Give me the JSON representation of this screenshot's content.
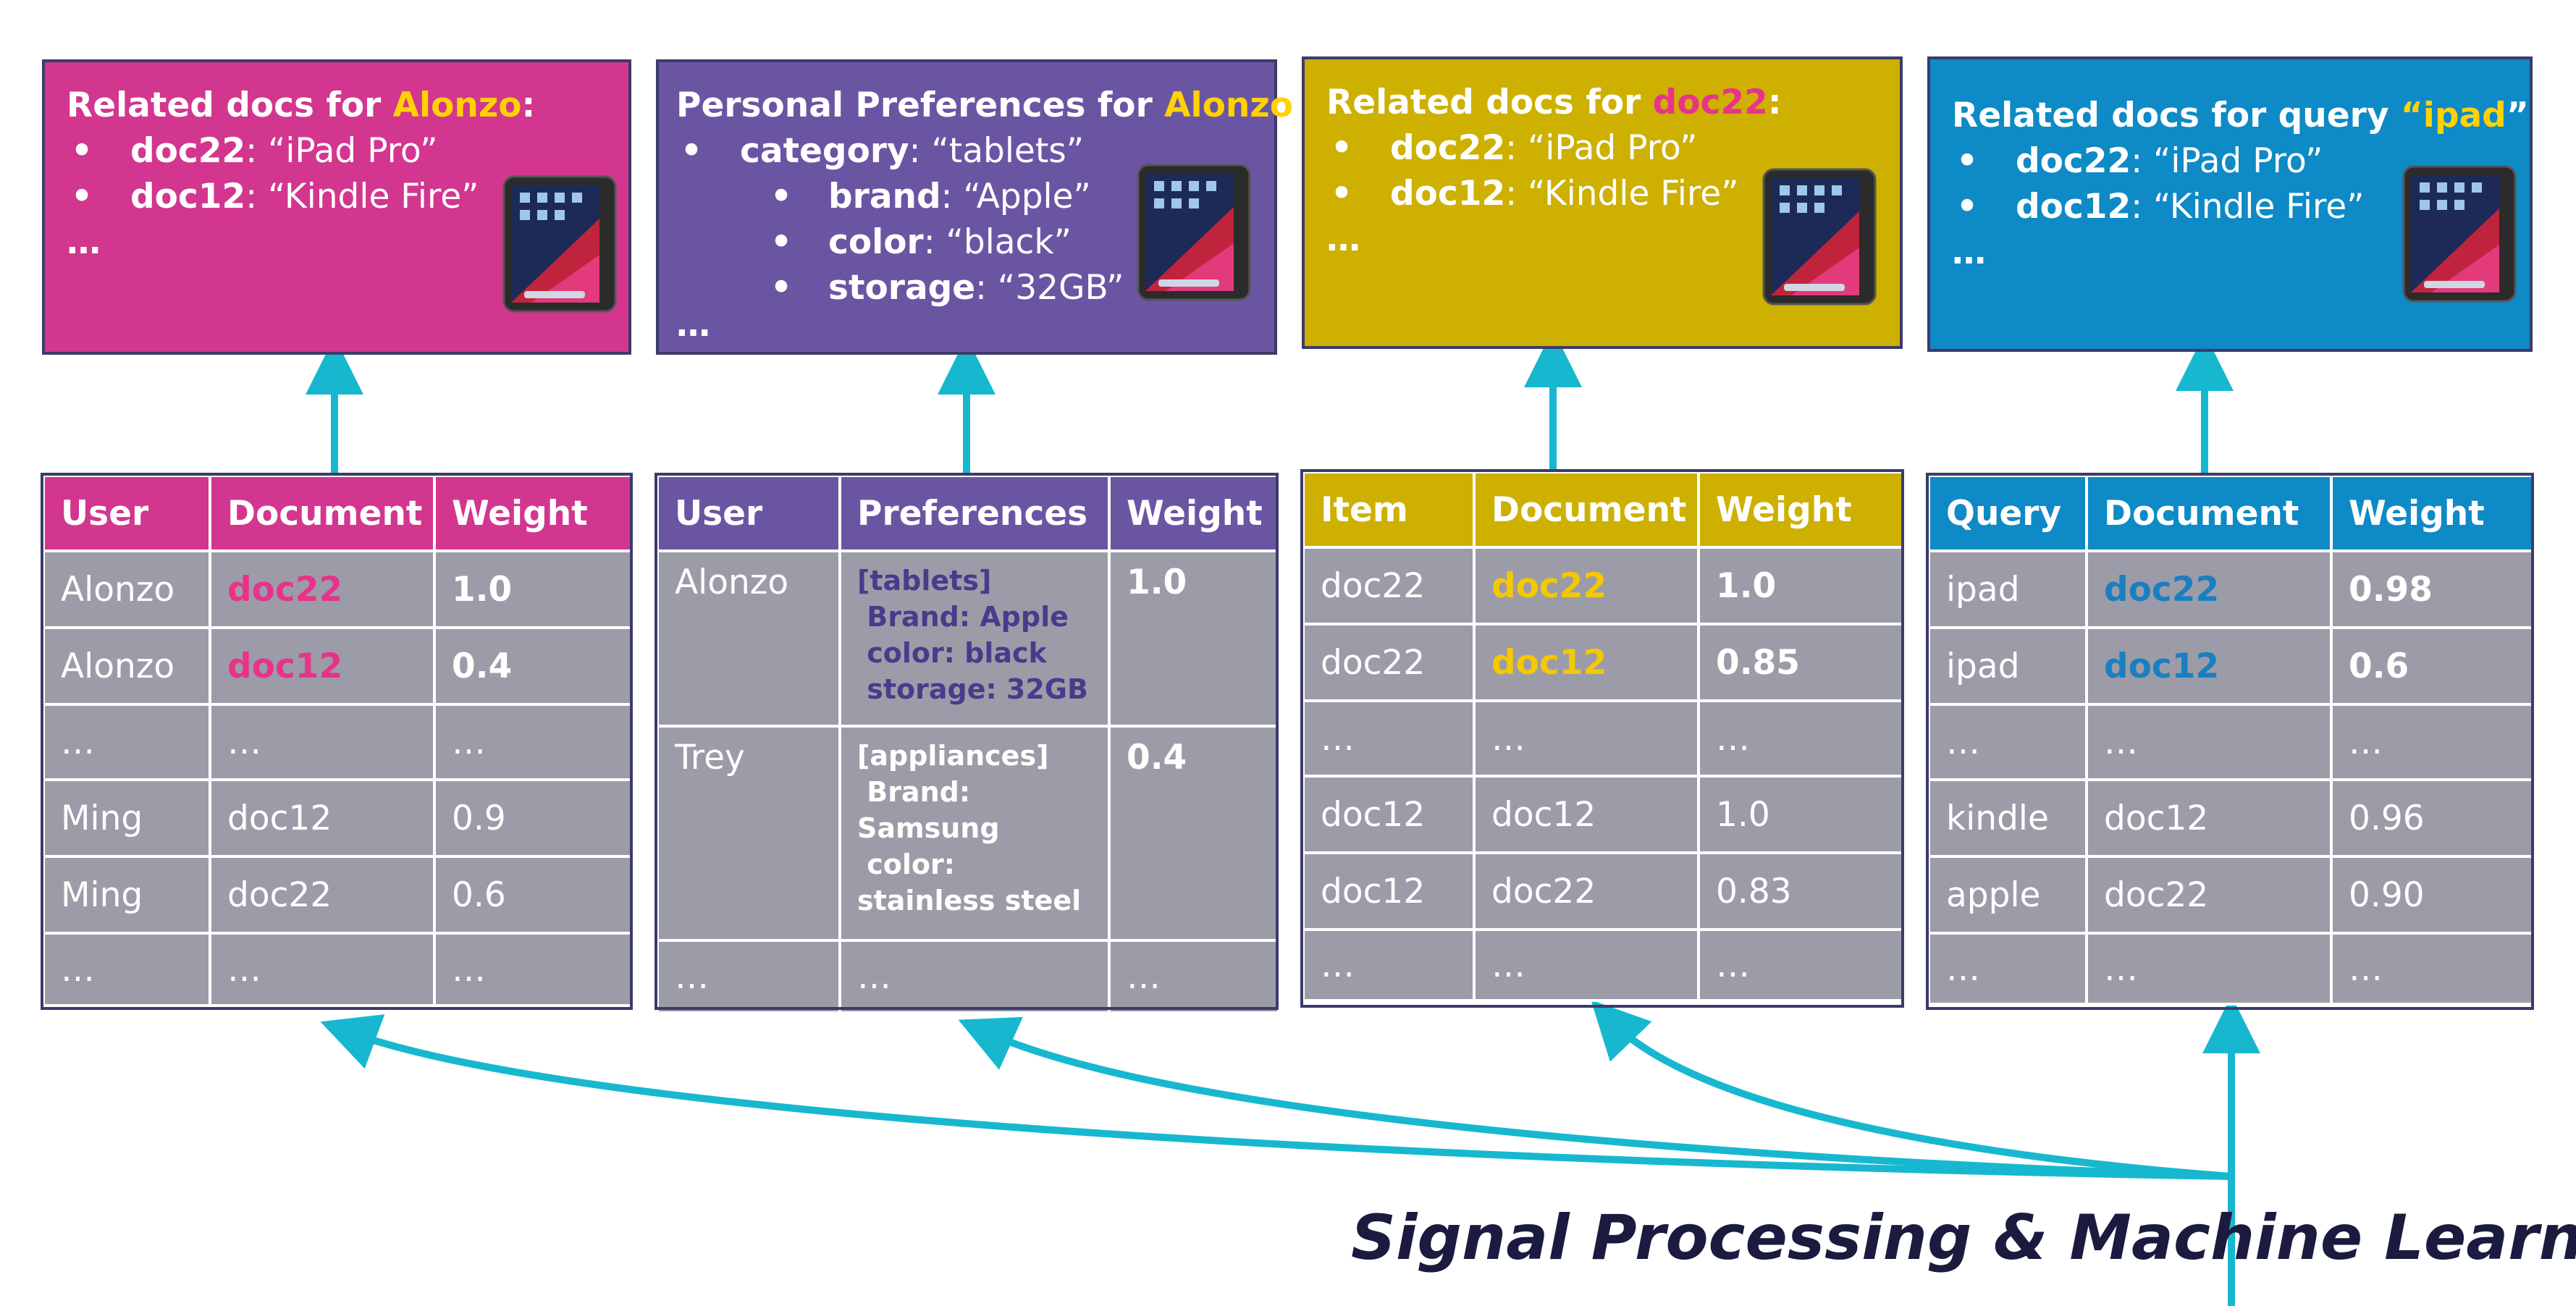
{
  "colors": {
    "magenta": "#d2368f",
    "purple": "#6a55a3",
    "gold": "#cdb000",
    "blue": "#0e8ac6",
    "row_gray": "#9c9ca8",
    "arrow": "#17b8cf",
    "highlight_yellow": "#ffd200",
    "highlight_pink": "#e8338a",
    "highlight_gold": "#f5c800",
    "highlight_blue": "#1a7fc0",
    "purple_text": "#4b3a8c"
  },
  "cards": {
    "c1": {
      "title_prefix": "Related docs for ",
      "title_highlight": "Alonzo",
      "title_suffix": ":",
      "items": [
        {
          "k": "doc22",
          "v": ": “iPad Pro”"
        },
        {
          "k": "doc12",
          "v": ": “Kindle Fire”"
        }
      ],
      "more": "…"
    },
    "c2": {
      "title_prefix": "Personal Preferences for ",
      "title_highlight": "Alonzo",
      "title_suffix": ":",
      "item": {
        "k": "category",
        "v": ": “tablets”"
      },
      "sub": [
        {
          "k": "brand",
          "v": ": “Apple”"
        },
        {
          "k": "color",
          "v": ": “black”"
        },
        {
          "k": "storage",
          "v": ": “32GB”"
        }
      ],
      "more": "…"
    },
    "c3": {
      "title_prefix": "Related docs for ",
      "title_highlight": "doc22",
      "title_suffix": ":",
      "items": [
        {
          "k": "doc22",
          "v": ": “iPad Pro”"
        },
        {
          "k": "doc12",
          "v": ": “Kindle Fire”"
        }
      ],
      "more": "…"
    },
    "c4": {
      "title_prefix": "Related docs for query ",
      "title_open": "“",
      "title_highlight": "ipad",
      "title_suffix": "”:",
      "items": [
        {
          "k": "doc22",
          "v": ": “iPad Pro”"
        },
        {
          "k": "doc12",
          "v": ": “Kindle Fire”"
        }
      ],
      "more": "…"
    }
  },
  "tables": {
    "t1": {
      "headers": [
        "User",
        "Document",
        "Weight"
      ],
      "rows": [
        [
          "Alonzo",
          "doc22",
          "1.0"
        ],
        [
          "Alonzo",
          "doc12",
          "0.4"
        ],
        [
          "…",
          "…",
          "…"
        ],
        [
          "Ming",
          "doc12",
          "0.9"
        ],
        [
          "Ming",
          "doc22",
          "0.6"
        ],
        [
          "…",
          "…",
          "…"
        ]
      ]
    },
    "t2": {
      "headers": [
        "User",
        "Preferences",
        "Weight"
      ],
      "rows": [
        [
          "Alonzo",
          "[tablets]\n Brand: Apple\n color: black\n storage: 32GB",
          "1.0"
        ],
        [
          "Trey",
          "[appliances]\n Brand:\nSamsung\n color:\nstainless steel",
          "0.4"
        ],
        [
          "…",
          "…",
          "…"
        ]
      ]
    },
    "t3": {
      "headers": [
        "Item",
        "Document",
        "Weight"
      ],
      "rows": [
        [
          "doc22",
          "doc22",
          "1.0"
        ],
        [
          "doc22",
          "doc12",
          "0.85"
        ],
        [
          "…",
          "…",
          "…"
        ],
        [
          "doc12",
          "doc12",
          "1.0"
        ],
        [
          "doc12",
          "doc22",
          "0.83"
        ],
        [
          "…",
          "…",
          "…"
        ]
      ]
    },
    "t4": {
      "headers": [
        "Query",
        "Document",
        "Weight"
      ],
      "rows": [
        [
          "ipad",
          "doc22",
          "0.98"
        ],
        [
          "ipad",
          "doc12",
          "0.6"
        ],
        [
          "…",
          "…",
          "…"
        ],
        [
          "kindle",
          "doc12",
          "0.96"
        ],
        [
          "apple",
          "doc22",
          "0.90"
        ],
        [
          "…",
          "…",
          "…"
        ]
      ]
    }
  },
  "caption": "Signal Processing & Machine Learning"
}
